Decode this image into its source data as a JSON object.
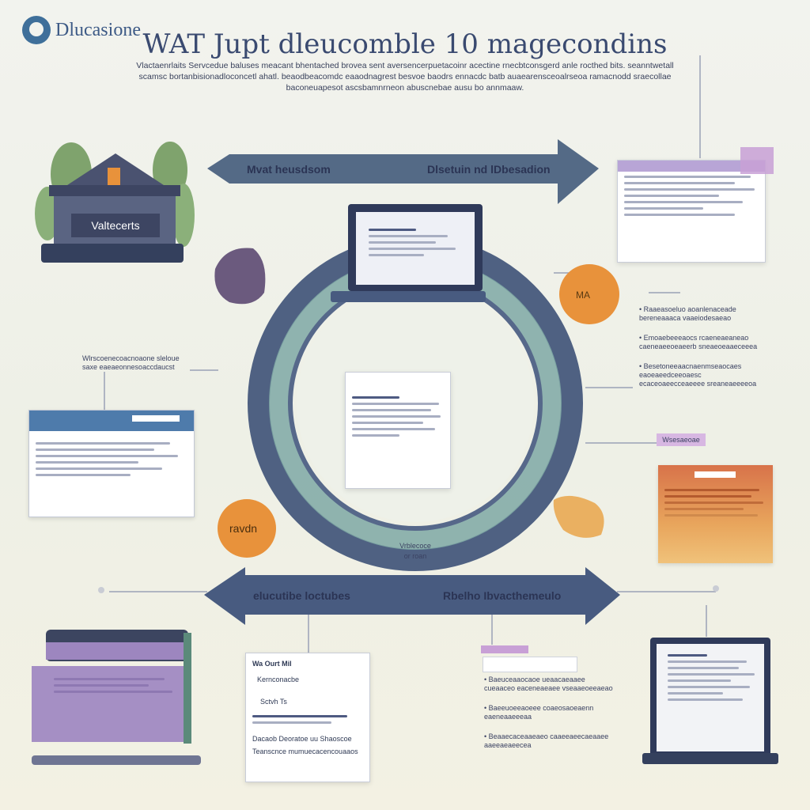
{
  "logo": {
    "text": "Dlucasione"
  },
  "title": "WAT Jupt dleucomble 10 magecondins",
  "subtitle": "Vlactaenrlaits Servcedue baluses meacant bhentached brovea sent aversencerpuetacoinr acectine rnecbtconsgerd anle rocthed bits. seanntwetall scamsc bortanbisionadloconcetl ahatl. beaodbeacomdc eaaodnagrest besvoe baodrs ennacdc batb auaearensceoalrseoa ramacnodd sraecollae baconeuapesot ascsbamnrneon abuscnebae ausu bo annmaaw.",
  "top_arrow": {
    "left_label": "Mvat heusdsom",
    "right_label": "Dlsetuin nd lDbesadion"
  },
  "bottom_arrow": {
    "left_label": "elucutibe loctubes",
    "right_label": "Rbelho Ibvacthemeulo"
  },
  "house": {
    "label": "Valtecerts"
  },
  "orange_top": {
    "label": "MA"
  },
  "orange_left": {
    "label": "ravdn"
  },
  "ring": {
    "center_caption_1": "Vrblecoce",
    "center_caption_2": "or roan"
  },
  "left_note": {
    "line1": "Wlrscoenecoacnoaone sleloue",
    "line2": "saxe eaeaeonnesoaccdaucst"
  },
  "right_notes": [
    {
      "text": "Raaeasoeluo aoanlenaceade bereneaaaca vaaeiodesaeao"
    },
    {
      "text": "Emoaebeeeaocs rcaeneaeaneao caeneaeeoeaeerb sneaeoeaaeceeea"
    },
    {
      "text": "Besetoneeaacnaenmseaocaes eaoeaeedceeoaesc ecaceoaeecceaeeee sreaneaeeeeoa"
    }
  ],
  "purple_tag": {
    "label": "Wsesaeoae"
  },
  "bottom_center_card": {
    "header": "Wa Ourt Mil",
    "sub": "Kernconacbe",
    "row": "Sctvh Ts",
    "foot_1": "Dacaob Deoratoe uu Shaoscoe",
    "foot_2": "Teanscnce mumuecacencouaaos"
  },
  "bottom_right_notes": [
    {
      "text": "Baeuceaaocaoe ueaacaeaaee cueaaceo eaceneaeaee vseaaeoeeaeao"
    },
    {
      "text": "Baeeuoeeaoeee coaeosaoeaenn eaeneaaeeeaa"
    },
    {
      "text": "Beaaecaceaaeaeo caaeeaeecaeaaee aaeeaeaeecea"
    }
  ],
  "colors": {
    "navy": "#485b80",
    "slate_arrow": "#546a86",
    "ring_teal": "#6f9a9b",
    "orange": "#e8923b",
    "purple": "#6b5a8a",
    "green_leaf": "#7fa36d"
  }
}
